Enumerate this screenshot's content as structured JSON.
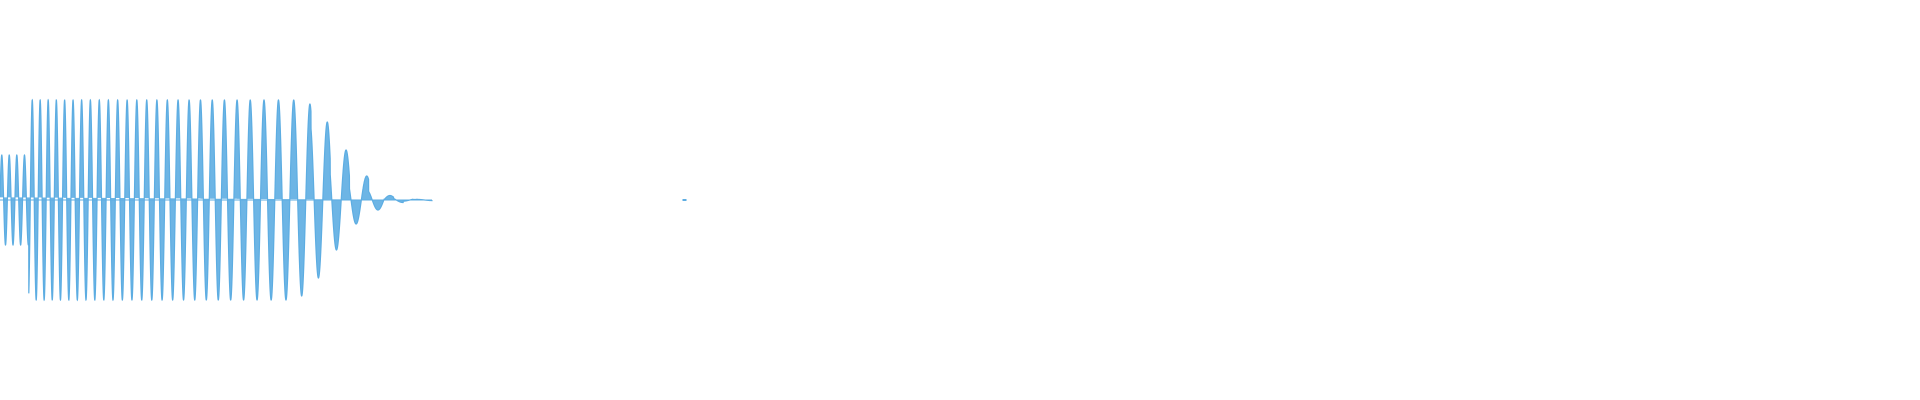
{
  "waveform": {
    "color": "#5dade2",
    "background": "#ffffff",
    "envelope": {
      "bursts": [
        {
          "start": 0.0,
          "end": 0.015,
          "amplitude": 0.45
        },
        {
          "start": 0.015,
          "end": 0.155,
          "amplitude": 1.0
        },
        {
          "start": 0.155,
          "end": 0.162,
          "amplitude": 0.96
        },
        {
          "start": 0.162,
          "end": 0.172,
          "amplitude": 0.78
        },
        {
          "start": 0.172,
          "end": 0.182,
          "amplitude": 0.5
        },
        {
          "start": 0.182,
          "end": 0.192,
          "amplitude": 0.24
        },
        {
          "start": 0.192,
          "end": 0.2,
          "amplitude": 0.1
        },
        {
          "start": 0.2,
          "end": 0.205,
          "amplitude": 0.045
        },
        {
          "start": 0.205,
          "end": 0.21,
          "amplitude": 0.025
        },
        {
          "start": 0.21,
          "end": 0.215,
          "amplitude": 0.012
        },
        {
          "start": 0.215,
          "end": 0.225,
          "amplitude": 0.006
        }
      ],
      "blip": {
        "position": 0.3565,
        "amplitude": 0.008
      }
    }
  }
}
